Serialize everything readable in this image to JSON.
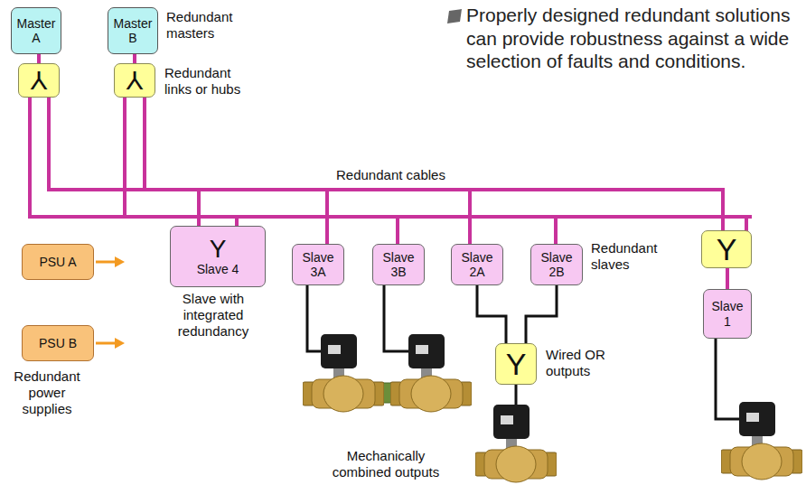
{
  "diagram": {
    "nodes": [
      {
        "text": [
          "Master A"
        ]
      },
      {
        "text": [
          "Master B"
        ]
      },
      {
        "text": [
          "Y"
        ]
      },
      {
        "text": [
          "Y"
        ]
      },
      {
        "text": [
          "Y",
          "Slave 4"
        ]
      },
      {
        "text": [
          "Slave 3A"
        ]
      },
      {
        "text": [
          "Slave 3B"
        ]
      },
      {
        "text": [
          "Slave 2A"
        ]
      },
      {
        "text": [
          "Slave 2B"
        ]
      },
      {
        "text": [
          "Y"
        ]
      },
      {
        "text": [
          "PSU A"
        ]
      },
      {
        "text": [
          "Slave 1"
        ]
      },
      {
        "text": [
          "PSU B"
        ]
      },
      {
        "text": [
          "Y"
        ]
      }
    ],
    "edges": [
      {
        "from": 0,
        "to": 2,
        "arrow": "none"
      },
      {
        "from": 1,
        "to": 3,
        "arrow": "none"
      },
      {
        "from": 7,
        "to": 13,
        "arrow": "none"
      },
      {
        "from": 8,
        "to": 13,
        "arrow": "none"
      },
      {
        "from": 9,
        "to": 11,
        "arrow": "none"
      }
    ],
    "labels": [
      "Redundant masters",
      "Properly designed redundant solutions can provide robustness against a wide selection of faults and conditions.",
      "Redundant links or hubs",
      "Redundant cables",
      "Redundant slaves",
      "Slave with integrated redundancy",
      "Wired OR outputs",
      "Redundant power supplies",
      "Mechanically combined outputs"
    ]
  }
}
